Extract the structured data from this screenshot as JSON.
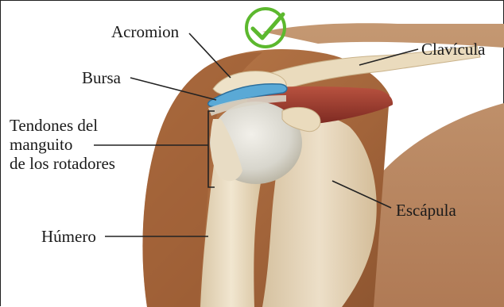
{
  "labels": {
    "acromion": "Acromion",
    "bursa": "Bursa",
    "tendons_line1": "Tendones del",
    "tendons_line2": "manguito",
    "tendons_line3": "de los rotadores",
    "clavicula": "Clavícula",
    "escapula": "Escápula",
    "humero": "Húmero"
  },
  "badge": {
    "icon": "check-circle-icon",
    "color": "#5cb82e"
  },
  "colors": {
    "skin": "#a8683c",
    "bone": "#e9dcc3",
    "cartilage": "#d6d4cc",
    "muscle": "#9c3a30",
    "bursa": "#5aa9d6",
    "leader": "#222222"
  }
}
